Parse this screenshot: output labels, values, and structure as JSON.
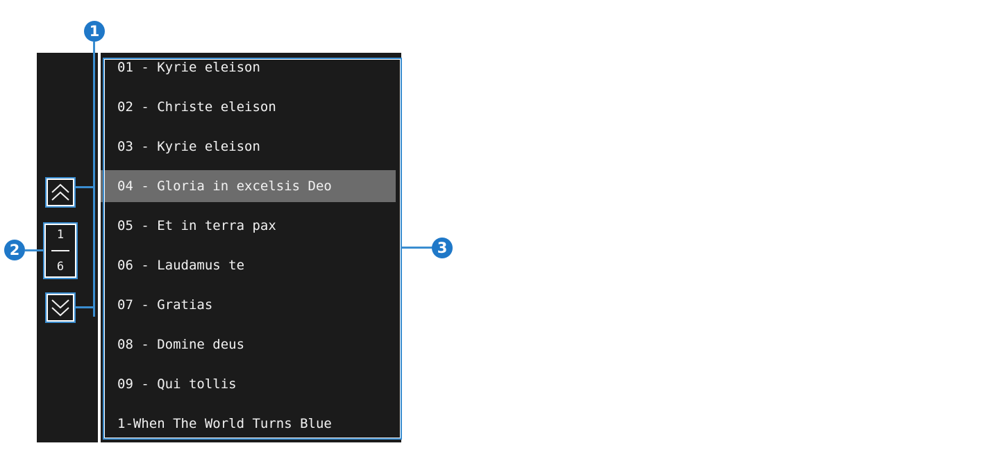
{
  "tracks": [
    {
      "label": "01 - Kyrie eleison",
      "selected": false
    },
    {
      "label": "02 - Christe eleison",
      "selected": false
    },
    {
      "label": "03 - Kyrie eleison",
      "selected": false
    },
    {
      "label": "04 - Gloria in excelsis Deo",
      "selected": true
    },
    {
      "label": "05 - Et in terra pax",
      "selected": false
    },
    {
      "label": "06 - Laudamus te",
      "selected": false
    },
    {
      "label": "07 - Gratias",
      "selected": false
    },
    {
      "label": "08 - Domine deus",
      "selected": false
    },
    {
      "label": "09 - Qui tollis",
      "selected": false
    },
    {
      "label": "1-When The World Turns Blue",
      "selected": false
    }
  ],
  "pagination": {
    "current_page": "1",
    "total_pages": "6",
    "up_icon": "double-chevron-up-icon",
    "down_icon": "double-chevron-down-icon"
  },
  "callouts": {
    "badge_1": "1",
    "badge_2": "2",
    "badge_3": "3"
  },
  "colors": {
    "screen_background": "#1b1b1b",
    "selected_row": "#6c6c6c",
    "text": "#f2f2f2",
    "callout_blue": "#1f78c8"
  }
}
